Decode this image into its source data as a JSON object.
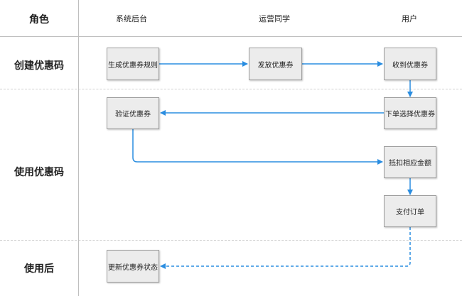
{
  "header": {
    "role_label": "角色",
    "lanes": [
      "系统后台",
      "运营同学",
      "用户"
    ]
  },
  "phases": [
    "创建优惠码",
    "使用优惠码",
    "使用后"
  ],
  "nodes": {
    "gen_rule": "生成优惠券规则",
    "issue": "发放优惠券",
    "receive": "收到优惠券",
    "order_select": "下单选择优惠券",
    "verify": "验证优惠券",
    "deduct": "抵扣相应金额",
    "pay": "支付订单",
    "update_status": "更新优惠券状态"
  },
  "colors": {
    "arrow": "#2a8de0",
    "box_fill": "#ececec",
    "box_border": "#9e9e9e",
    "divider": "#bfbfbf"
  }
}
